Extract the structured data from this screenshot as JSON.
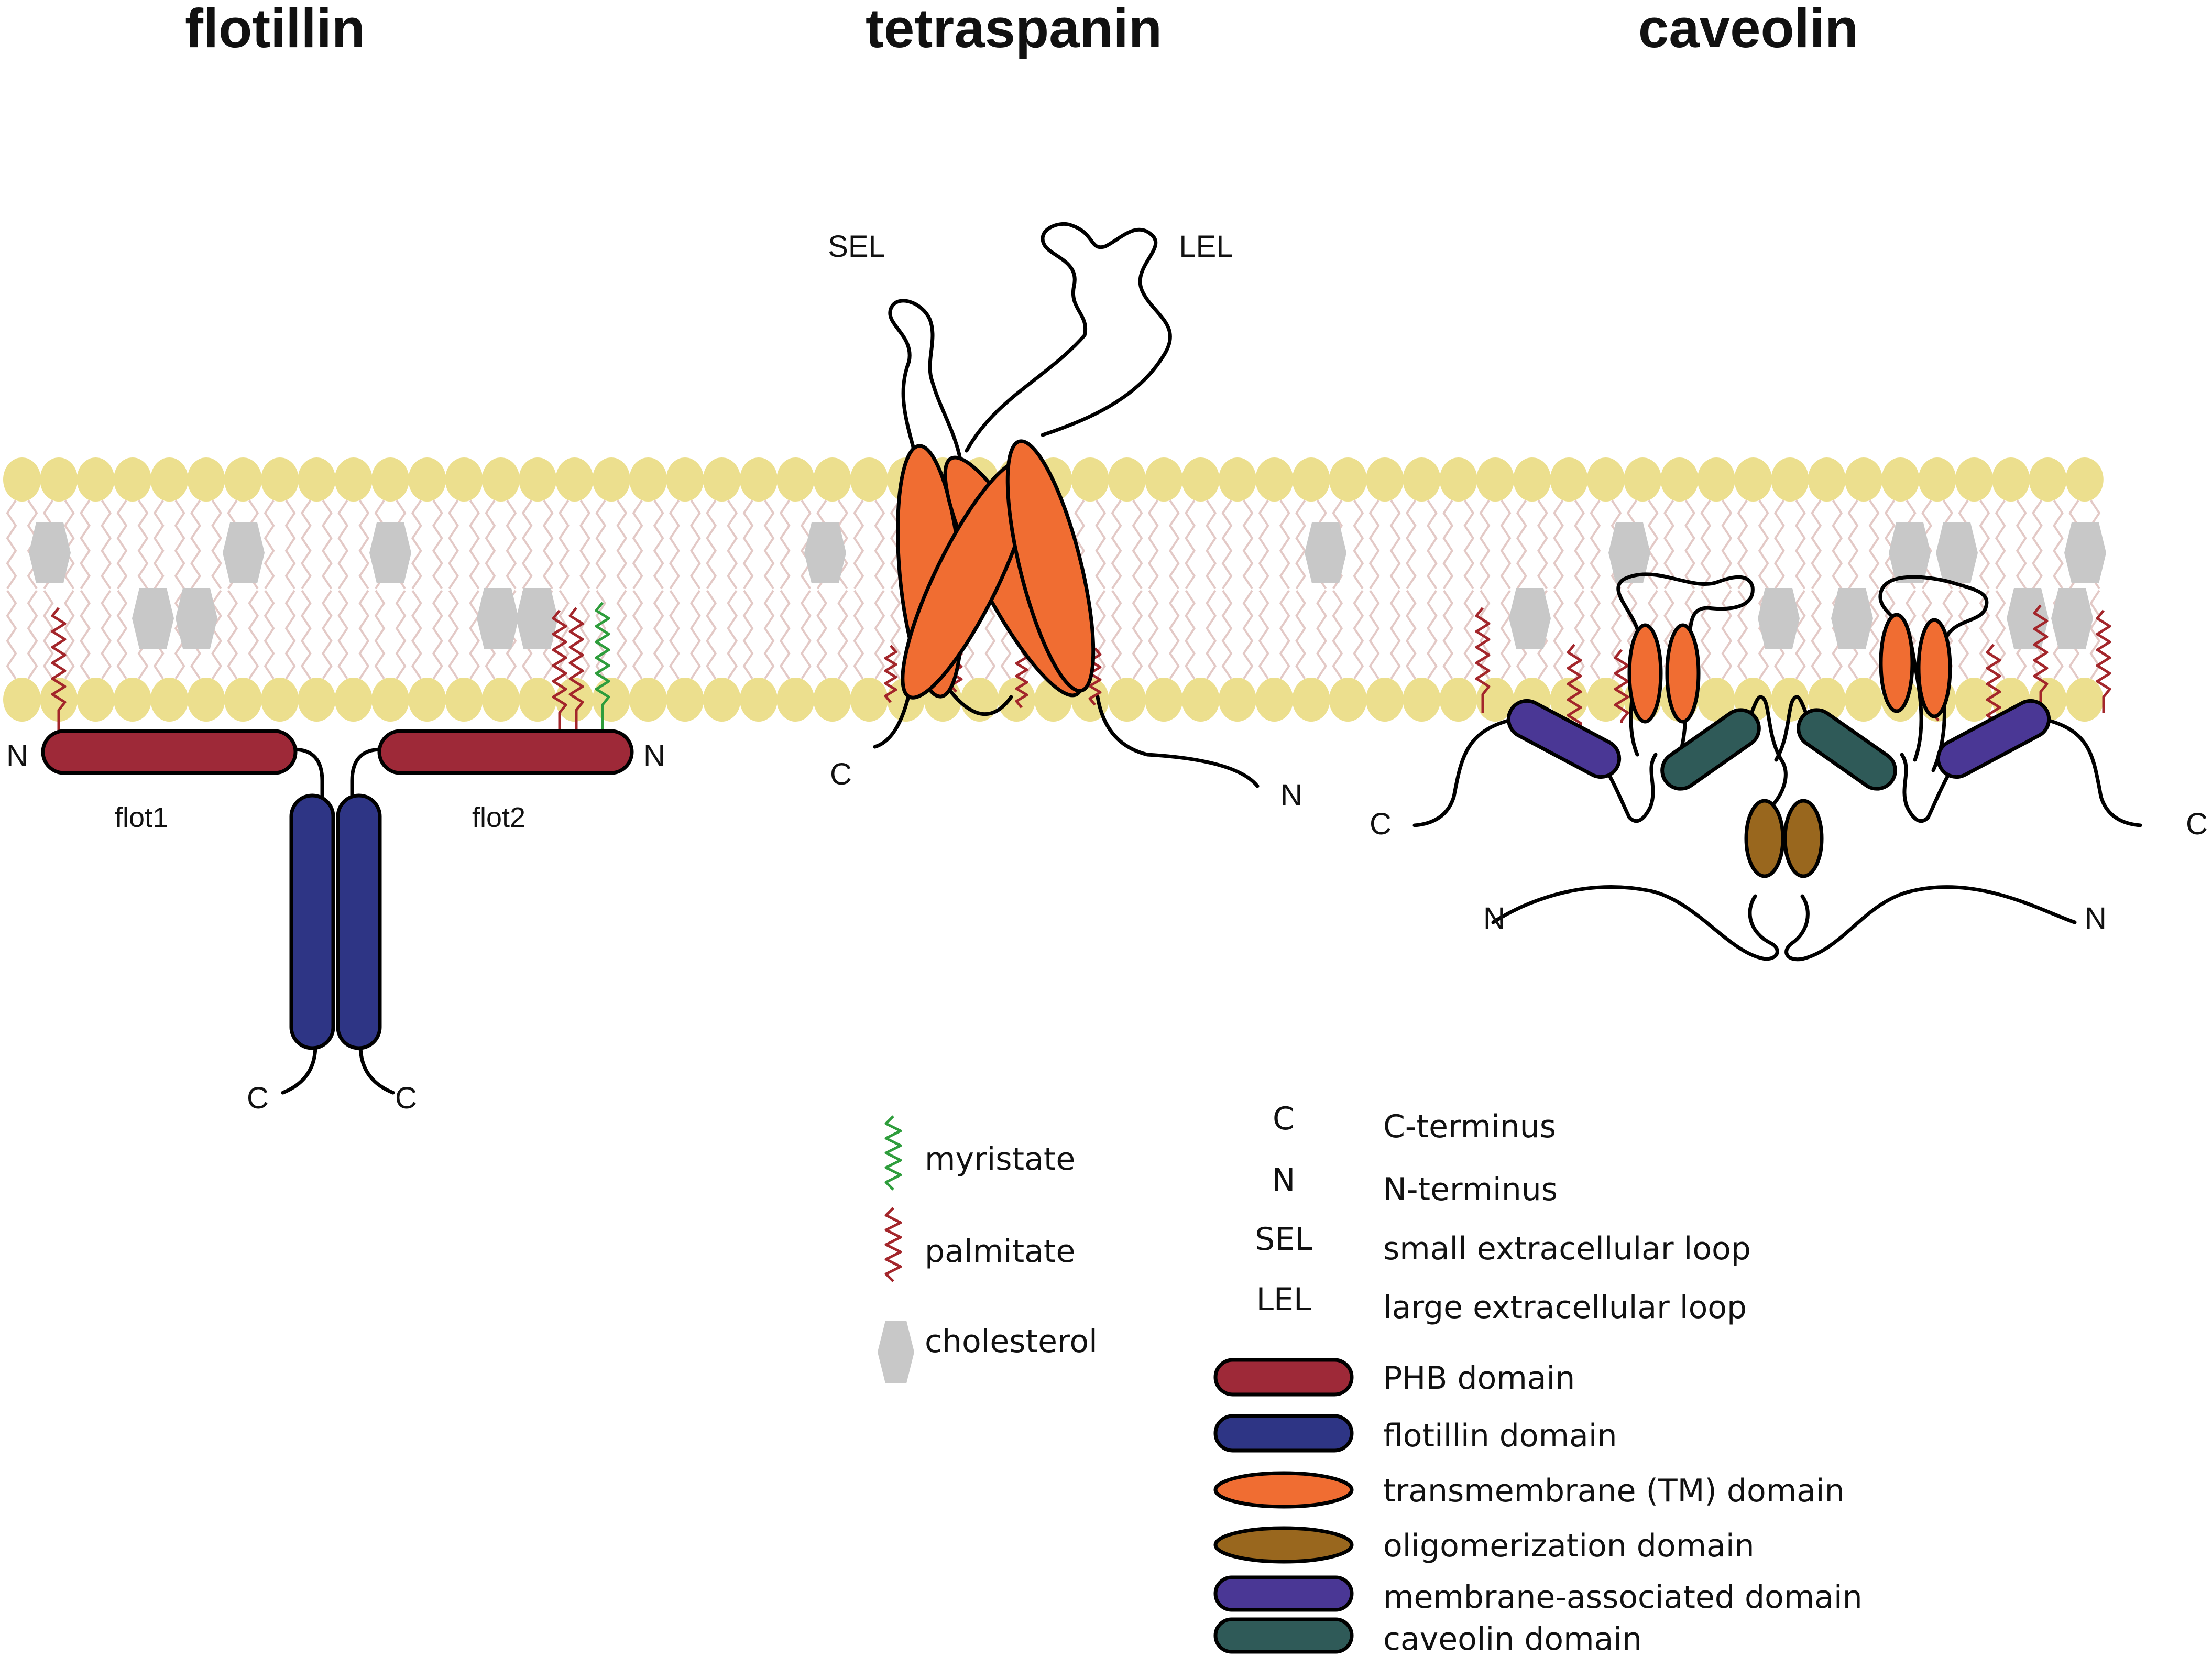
{
  "titles": {
    "flotillin": "flotillin",
    "tetraspanin": "tetraspanin",
    "caveolin": "caveolin"
  },
  "flotillin_labels": {
    "n_left": "N",
    "n_right": "N",
    "flot1": "flot1",
    "flot2": "flot2",
    "c_left": "C",
    "c_right": "C"
  },
  "tetraspanin_labels": {
    "sel": "SEL",
    "lel": "LEL",
    "c": "C",
    "n": "N"
  },
  "caveolin_labels": {
    "c_left": "C",
    "c_right": "C",
    "n_left": "N",
    "n_right": "N"
  },
  "legend_modifications": [
    {
      "label": "myristate",
      "color": "#2e9d3c",
      "icon": "wavy-chain"
    },
    {
      "label": "palmitate",
      "color": "#a3262b",
      "icon": "wavy-chain"
    },
    {
      "label": "cholesterol",
      "color": "#c8c8c8",
      "icon": "hexagon"
    }
  ],
  "legend_abbreviations": [
    {
      "symbol": "C",
      "label": "C-terminus"
    },
    {
      "symbol": "N",
      "label": "N-terminus"
    },
    {
      "symbol": "SEL",
      "label": "small extracellular loop"
    },
    {
      "symbol": "LEL",
      "label": "large extracellular loop"
    }
  ],
  "legend_domains": [
    {
      "label": "PHB domain",
      "color": "#9e2938",
      "shape": "rounded-bar"
    },
    {
      "label": "flotillin domain",
      "color": "#2e3585",
      "shape": "rounded-bar"
    },
    {
      "label": "transmembrane (TM) domain",
      "color": "#f06d32",
      "shape": "ellipse"
    },
    {
      "label": "oligomerization domain",
      "color": "#99671e",
      "shape": "ellipse"
    },
    {
      "label": "membrane-associated domain",
      "color": "#4a3795",
      "shape": "rounded-bar"
    },
    {
      "label": "caveolin domain",
      "color": "#2f5a58",
      "shape": "rounded-bar"
    }
  ],
  "colors": {
    "lipid_head": "#ecdf8e",
    "lipid_tail": "#e3c9c6",
    "cholesterol": "#c8c8c8",
    "myristate": "#2e9d3c",
    "palmitate": "#a3262b",
    "phb": "#9e2938",
    "flotillin": "#2e3585",
    "tm": "#f06d32",
    "oligomerization": "#99671e",
    "membrane_associated": "#4a3795",
    "caveolin": "#2f5a58"
  }
}
